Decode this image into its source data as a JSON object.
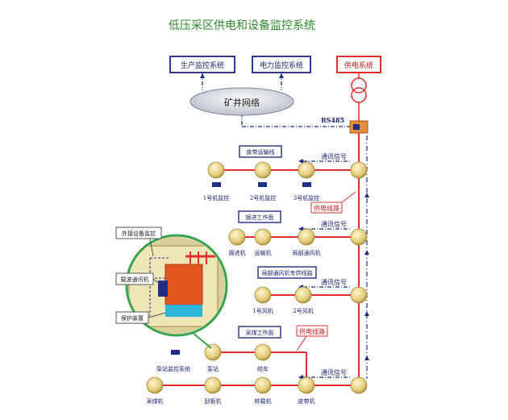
{
  "title": "低压采区供电和设备监控系统",
  "boxes": {
    "production": "生产监控系统",
    "power": "电力监控系统",
    "supply": "供电系统",
    "mine_network": "矿井网络",
    "rs485": "RS485"
  },
  "sections": {
    "belt": "皮带运输线",
    "driving": "掘进工作面",
    "fan": "局部通风机专供线路",
    "mining": "采煤工作面"
  },
  "signals": {
    "comm1": "通讯信号",
    "comm2": "通讯信号",
    "comm3": "通讯信号",
    "comm4": "通讯信号",
    "power_line1": "供电线路",
    "power_line2": "供电线路"
  },
  "devices": {
    "belt_monitors": [
      "1号机监控",
      "2号机监控",
      "3号机监控"
    ],
    "driving": [
      "掘进机",
      "运输机",
      "局部通风机"
    ],
    "fans": [
      "1号风机",
      "2号风机"
    ],
    "pump_row": [
      "泵站监控系统",
      "泵站",
      "绞车"
    ],
    "mining": [
      "采煤机",
      "刮板机",
      "转载机",
      "皮带机"
    ]
  },
  "callouts": {
    "external": "外接设备监控",
    "carrier": "载波通讯机",
    "protection": "保护装置"
  },
  "colors": {
    "title": "#2f8a2f",
    "box_border": "#2e3d8f",
    "power_line": "#e0302c",
    "comm_line": "#1f2f86",
    "node": "#e6cf80",
    "zoom_border": "#3aa24a"
  }
}
